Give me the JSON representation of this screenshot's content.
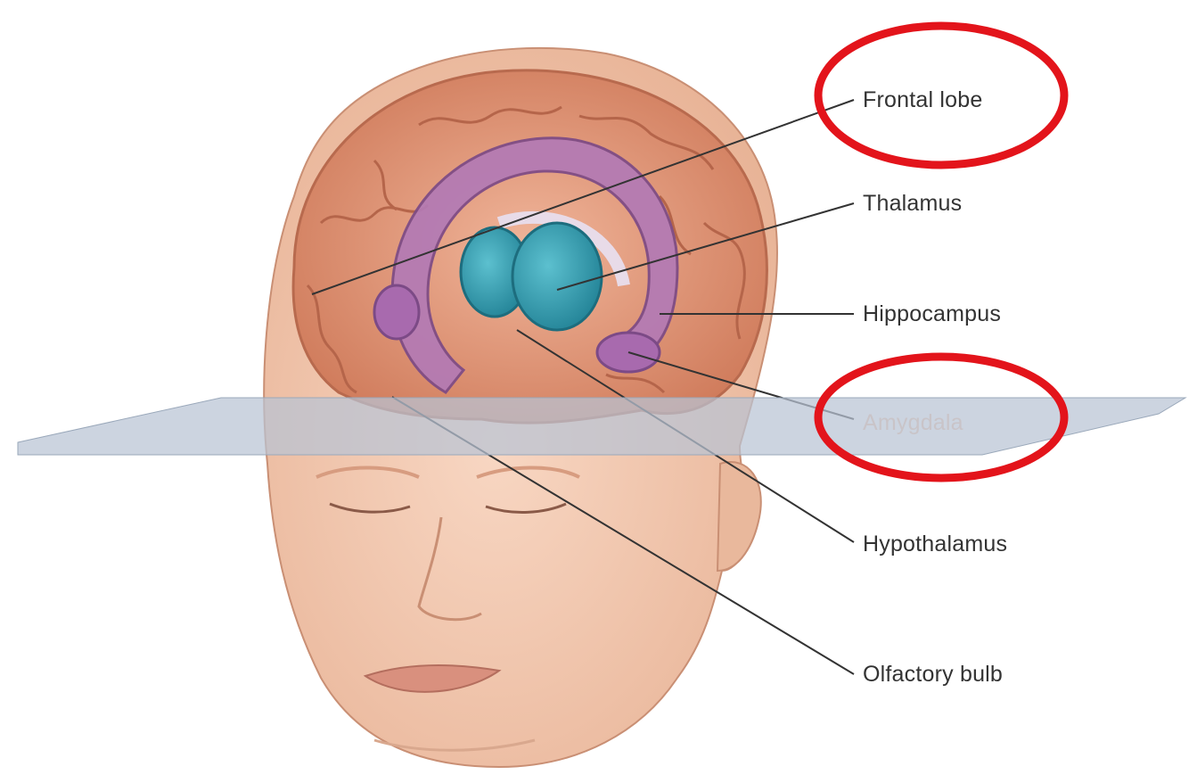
{
  "diagram": {
    "labels": {
      "frontal_lobe": "Frontal lobe",
      "thalamus": "Thalamus",
      "hippocampus": "Hippocampus",
      "amygdala": "Amygdala",
      "hypothalamus": "Hypothalamus",
      "olfactory_bulb": "Olfactory bulb"
    },
    "highlighted_labels": [
      "Frontal lobe",
      "Amygdala"
    ],
    "colors": {
      "skin": "#f2c4a8",
      "cortex": "#d8886a",
      "limbic": "#b37ab5",
      "thalamus": "#2e95a8",
      "highlight_circle": "#e3141b",
      "plane": "#b8c4d4"
    }
  }
}
